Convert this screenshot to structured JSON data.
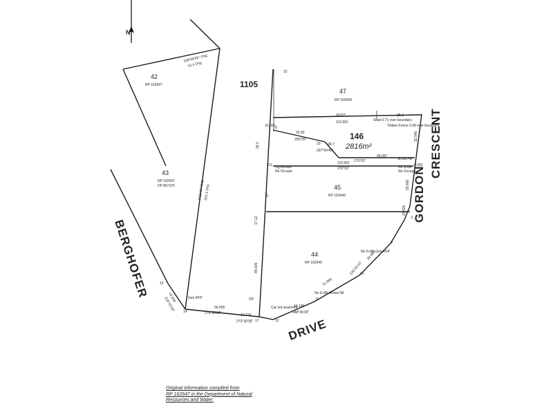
{
  "north": "N",
  "lots": {
    "lot42": {
      "number": "42",
      "plan": "RP 162647"
    },
    "lot43": {
      "number": "43",
      "plan": "RP 162647",
      "plan2": "DP 897376"
    },
    "lot47": {
      "number": "47",
      "plan": "RP 162649"
    },
    "lot146": {
      "number": "146",
      "area": "2816m²"
    },
    "lot45": {
      "number": "45",
      "plan": "RP 162649"
    },
    "lot44": {
      "number": "44",
      "plan": "RP 162649"
    }
  },
  "parish": "1105",
  "streets": {
    "berghofer": "BERGHOFER",
    "drive": "DRIVE",
    "gordon": "GORDON",
    "crescent": "CRESCENT"
  },
  "dimensions": {
    "top_bearing": "338°58'50\" Orig",
    "top_dist": "10.4 Orig",
    "west_bearing": "7°31'40\" Orig",
    "west_dist": "201.4 Orig",
    "d90": "90°02'",
    "d110_top": "110.991",
    "d10025": "10.025",
    "d3283": "32.83",
    "d255": "255°09'",
    "d8": "8",
    "d96": "96.?",
    "d297": "297°04'40\"",
    "d270_1": "270°02'",
    "d49057": "49.057",
    "screw": "Screw Nil",
    "d110_mid": "110.991",
    "d270_2": "270°02'",
    "d6052": "6.052",
    "d32945": "32.945",
    "d29665": "29.665",
    "d23525": "23.525",
    "d29": "29.0",
    "d97": "97°",
    "d1712": "17.12",
    "d85605": "85.605",
    "d56605": "56.605",
    "d276": "276°50'30\"",
    "d17718": "17.718",
    "d272": "272°30'35\"",
    "d44189": "44.189",
    "d248": "248°36'30\"",
    "d51": "51.869",
    "d226": "226°26'10\"",
    "d30": "30.083",
    "d25": "25.3",
    "d43": "43.298",
    "d218": "218°43'30\"",
    "d15": "15",
    "d14": "14",
    "d17": "17",
    "d12": "12",
    "d11": "11",
    "d10": "10",
    "d9": "9",
    "d3": "3",
    "d23": "23",
    "d22": "22",
    "d21": "21"
  },
  "notes": {
    "p1": "Og Renwd",
    "p2": "No Occupn",
    "p3": "No G.Mk",
    "p4": "No Occupn",
    "p5": "Car not searched",
    "p6": "OP",
    "p7": "Gen RFP",
    "p8": "Stwd 0.71 over boundary",
    "p9": "Timber Fence 0.08 over boundary",
    "p10": "No G.Mk Screw Nil",
    "p11": "No G.Mk Gen RFP"
  },
  "footnote": {
    "line1": "Original information compiled from",
    "line2": "RP 162647 in the Department of Natural",
    "line3": "Resources and Water."
  }
}
